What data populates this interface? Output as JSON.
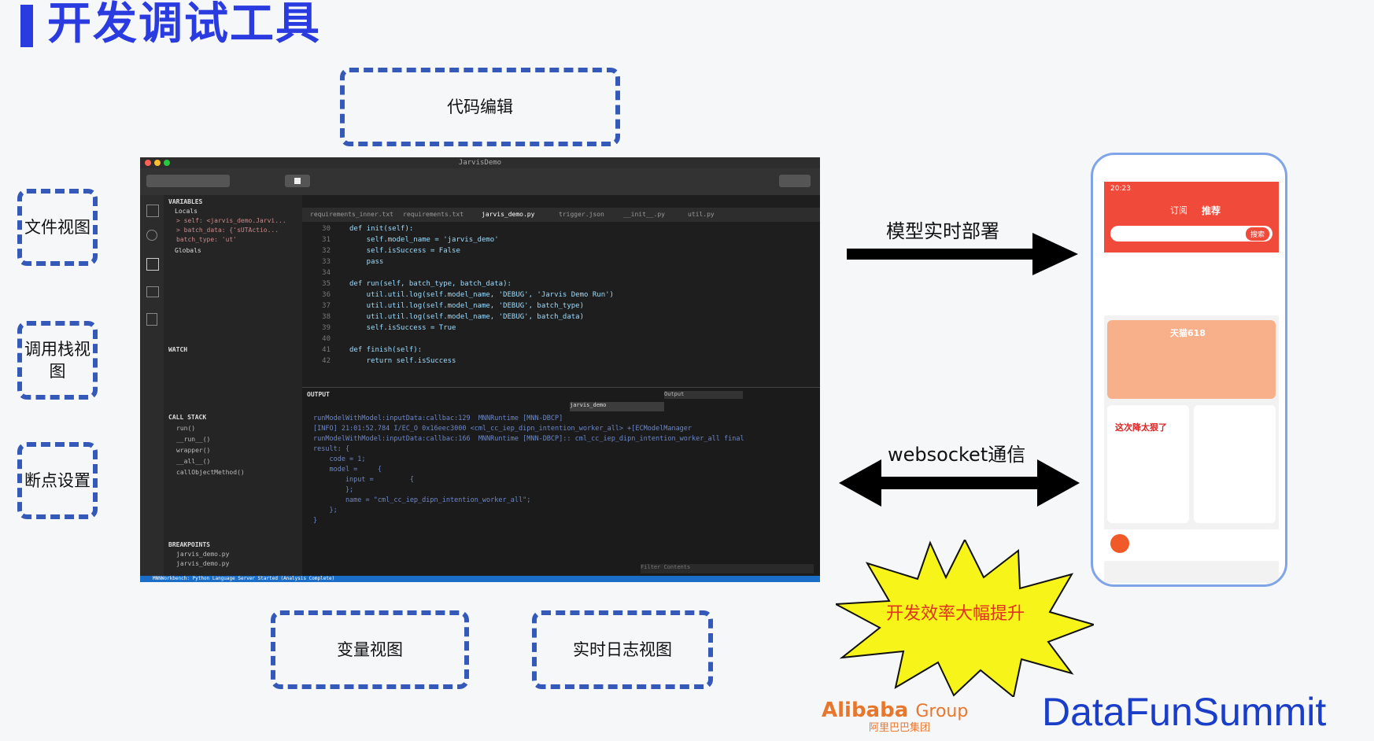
{
  "title": "开发调试工具",
  "boxes": {
    "code_edit": "代码编辑",
    "file_view": "文件视图",
    "call_stack_line1": "调用栈视",
    "call_stack_line2": "图",
    "breakpoint": "断点设置",
    "variable_view": "变量视图",
    "log_view": "实时日志视图"
  },
  "arrows": {
    "deploy": "模型实时部署",
    "websocket": "websocket通信"
  },
  "burst_text": "开发效率大幅提升",
  "editor": {
    "window_title": "JarvisDemo",
    "sections": {
      "variables": "VARIABLES",
      "locals": "Locals",
      "globals": "Globals",
      "watch": "WATCH",
      "call_stack": "CALL STACK",
      "breakpoints": "BREAKPOINTS"
    },
    "variables": [
      "> self: <jarvis_demo.Jarvi...",
      "> batch_data: {'sUTActio...",
      "  batch_type: 'ut'"
    ],
    "call_stack": [
      "run()",
      "__run__()",
      "wrapper()",
      "__all__()",
      "callObjectMethod()"
    ],
    "breakpoints": [
      "jarvis_demo.py",
      "jarvis_demo.py"
    ],
    "tabs": [
      "requirements_inner.txt",
      "requirements.txt",
      "jarvis_demo.py",
      "trigger.json",
      "__init__.py",
      "util.py"
    ],
    "line_numbers": [
      "30",
      "31",
      "32",
      "33",
      "34",
      "35",
      "36",
      "37",
      "38",
      "39",
      "40",
      "41",
      "42"
    ],
    "code_lines": [
      "def init(self):",
      "    self.model_name = 'jarvis_demo'",
      "    self.isSuccess = False",
      "    pass",
      "",
      "def run(self, batch_type, batch_data):",
      "    util.util.log(self.model_name, 'DEBUG', 'Jarvis Demo Run')",
      "    util.util.log(self.model_name, 'DEBUG', batch_type)",
      "    util.util.log(self.model_name, 'DEBUG', batch_data)",
      "    self.isSuccess = True",
      "",
      "def finish(self):",
      "    return self.isSuccess"
    ],
    "output_label": "OUTPUT",
    "output_dropdown": "Output",
    "search_value": "jarvis_demo",
    "output_lines": [
      "runModelWithModel:inputData:callbac:129  MNNRuntime [MNN-DBCP]",
      "[INFO] 21:01:52.784 I/EC_O 0x16eec3000 <cml_cc_iep_dipn_intention_worker_all> +[ECModelManager",
      "runModelWithModel:inputData:callbac:166  MNNRuntime [MNN-DBCP]:: cml_cc_iep_dipn_intention_worker_all final",
      "result: {",
      "    code = 1;",
      "    model =     {",
      "        input =         {",
      "        };",
      "        name = \"cml_cc_iep_dipn_intention_worker_all\";",
      "    };",
      "}"
    ],
    "filter_placeholder": "Filter Contents",
    "status": "MNNWorkbench: Python Language Server Started (Analysis Complete)"
  },
  "phone": {
    "time": "20:23",
    "top_tabs": [
      "订阅",
      "推荐"
    ],
    "search_btn": "搜索",
    "banner": "天猫618",
    "promo": "这次降太狠了"
  },
  "logos": {
    "alibaba": "Alibaba",
    "alibaba_group": "Group",
    "alibaba_cn": "阿里巴巴集团",
    "datafun": "DataFunSummit"
  },
  "colors": {
    "accent": "#2a3be0",
    "dash": "#3459b8",
    "burst": "#f7f41a",
    "phone_red": "#f04a3a"
  }
}
